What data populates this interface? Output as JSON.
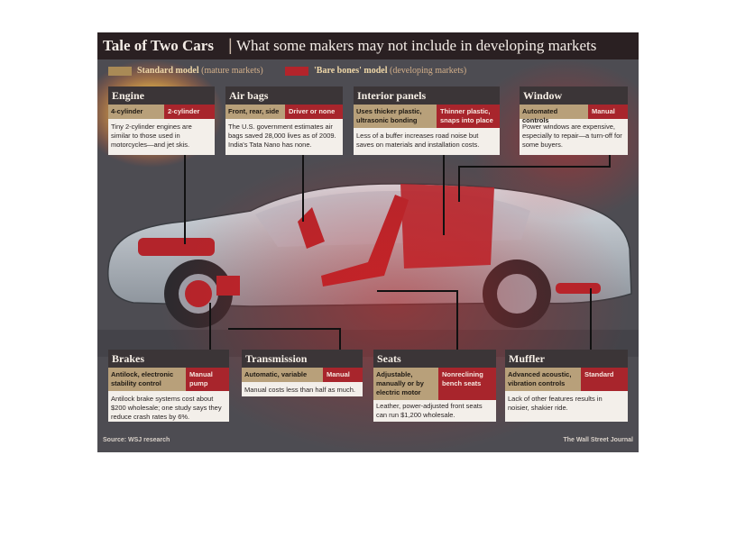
{
  "title": "Tale of Two Cars",
  "subtitle": "What some makers may not include in developing markets",
  "legend": {
    "standard_label": "Standard model",
    "standard_note": "(mature markets)",
    "bare_label": "'Bare bones' model",
    "bare_note": "(developing markets)"
  },
  "colors": {
    "standard": "#b8a07a",
    "bare_bones": "#a8252c",
    "header": "#3b3537"
  },
  "callouts": {
    "engine": {
      "title": "Engine",
      "standard": "4-cylinder",
      "bare": "2-cylinder",
      "body": "Tiny 2-cylinder engines are similar to those used in motorcycles—and jet skis."
    },
    "airbags": {
      "title": "Air bags",
      "standard": "Front, rear, side",
      "bare": "Driver or none",
      "body": "The U.S. government estimates air bags saved 28,000 lives as of 2009. India's Tata Nano has none."
    },
    "interior": {
      "title": "Interior panels",
      "standard": "Uses thicker plastic, ultrasonic bonding",
      "bare": "Thinner plastic, snaps into place",
      "body": "Less of a buffer increases road noise but saves on materials and installation costs."
    },
    "window": {
      "title": "Window",
      "standard": "Automated controls",
      "bare": "Manual",
      "body": "Power windows are expensive, especially to repair—a turn-off for some buyers."
    },
    "brakes": {
      "title": "Brakes",
      "standard": "Antilock, electronic stability control",
      "bare": "Manual pump",
      "body": "Antilock brake systems cost about $200 wholesale; one study says they reduce crash rates by 6%."
    },
    "transmission": {
      "title": "Transmission",
      "standard": "Automatic, variable",
      "bare": "Manual",
      "body": "Manual costs less than half as much."
    },
    "seats": {
      "title": "Seats",
      "standard": "Adjustable, manually or by electric motor",
      "bare": "Nonreclining bench seats",
      "body": "Leather, power-adjusted front seats can run $1,200 wholesale."
    },
    "muffler": {
      "title": "Muffler",
      "standard": "Advanced acoustic, vibration controls",
      "bare": "Standard",
      "body": "Lack of other features results in noisier, shakier ride."
    }
  },
  "source": "Source: WSJ research",
  "credit": "The Wall Street Journal"
}
